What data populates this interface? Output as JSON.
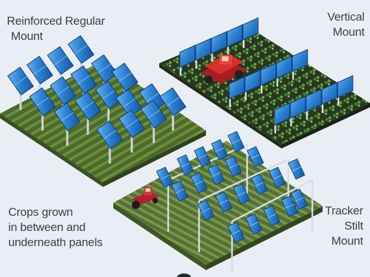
{
  "labels": {
    "reinforced": {
      "line1": "Reinforced Regular",
      "line2": "Mount"
    },
    "vertical": {
      "line1": "Vertical",
      "line2": "Mount"
    },
    "crops": {
      "line1": "Crops grown",
      "line2": "in between and",
      "line3": "underneath panels"
    },
    "tracker": {
      "line1": "Tracker",
      "line2": "Stilt",
      "line3": "Mount"
    }
  },
  "colors": {
    "background": "#e9eef5",
    "panel_blue": "#1f6fc4",
    "panel_light": "#5aa6e6",
    "crop_green": "#3a7d2c",
    "soil_dark": "#2f3a22",
    "post_gray": "#c9ccd0",
    "tractor_red": "#c8252b"
  }
}
